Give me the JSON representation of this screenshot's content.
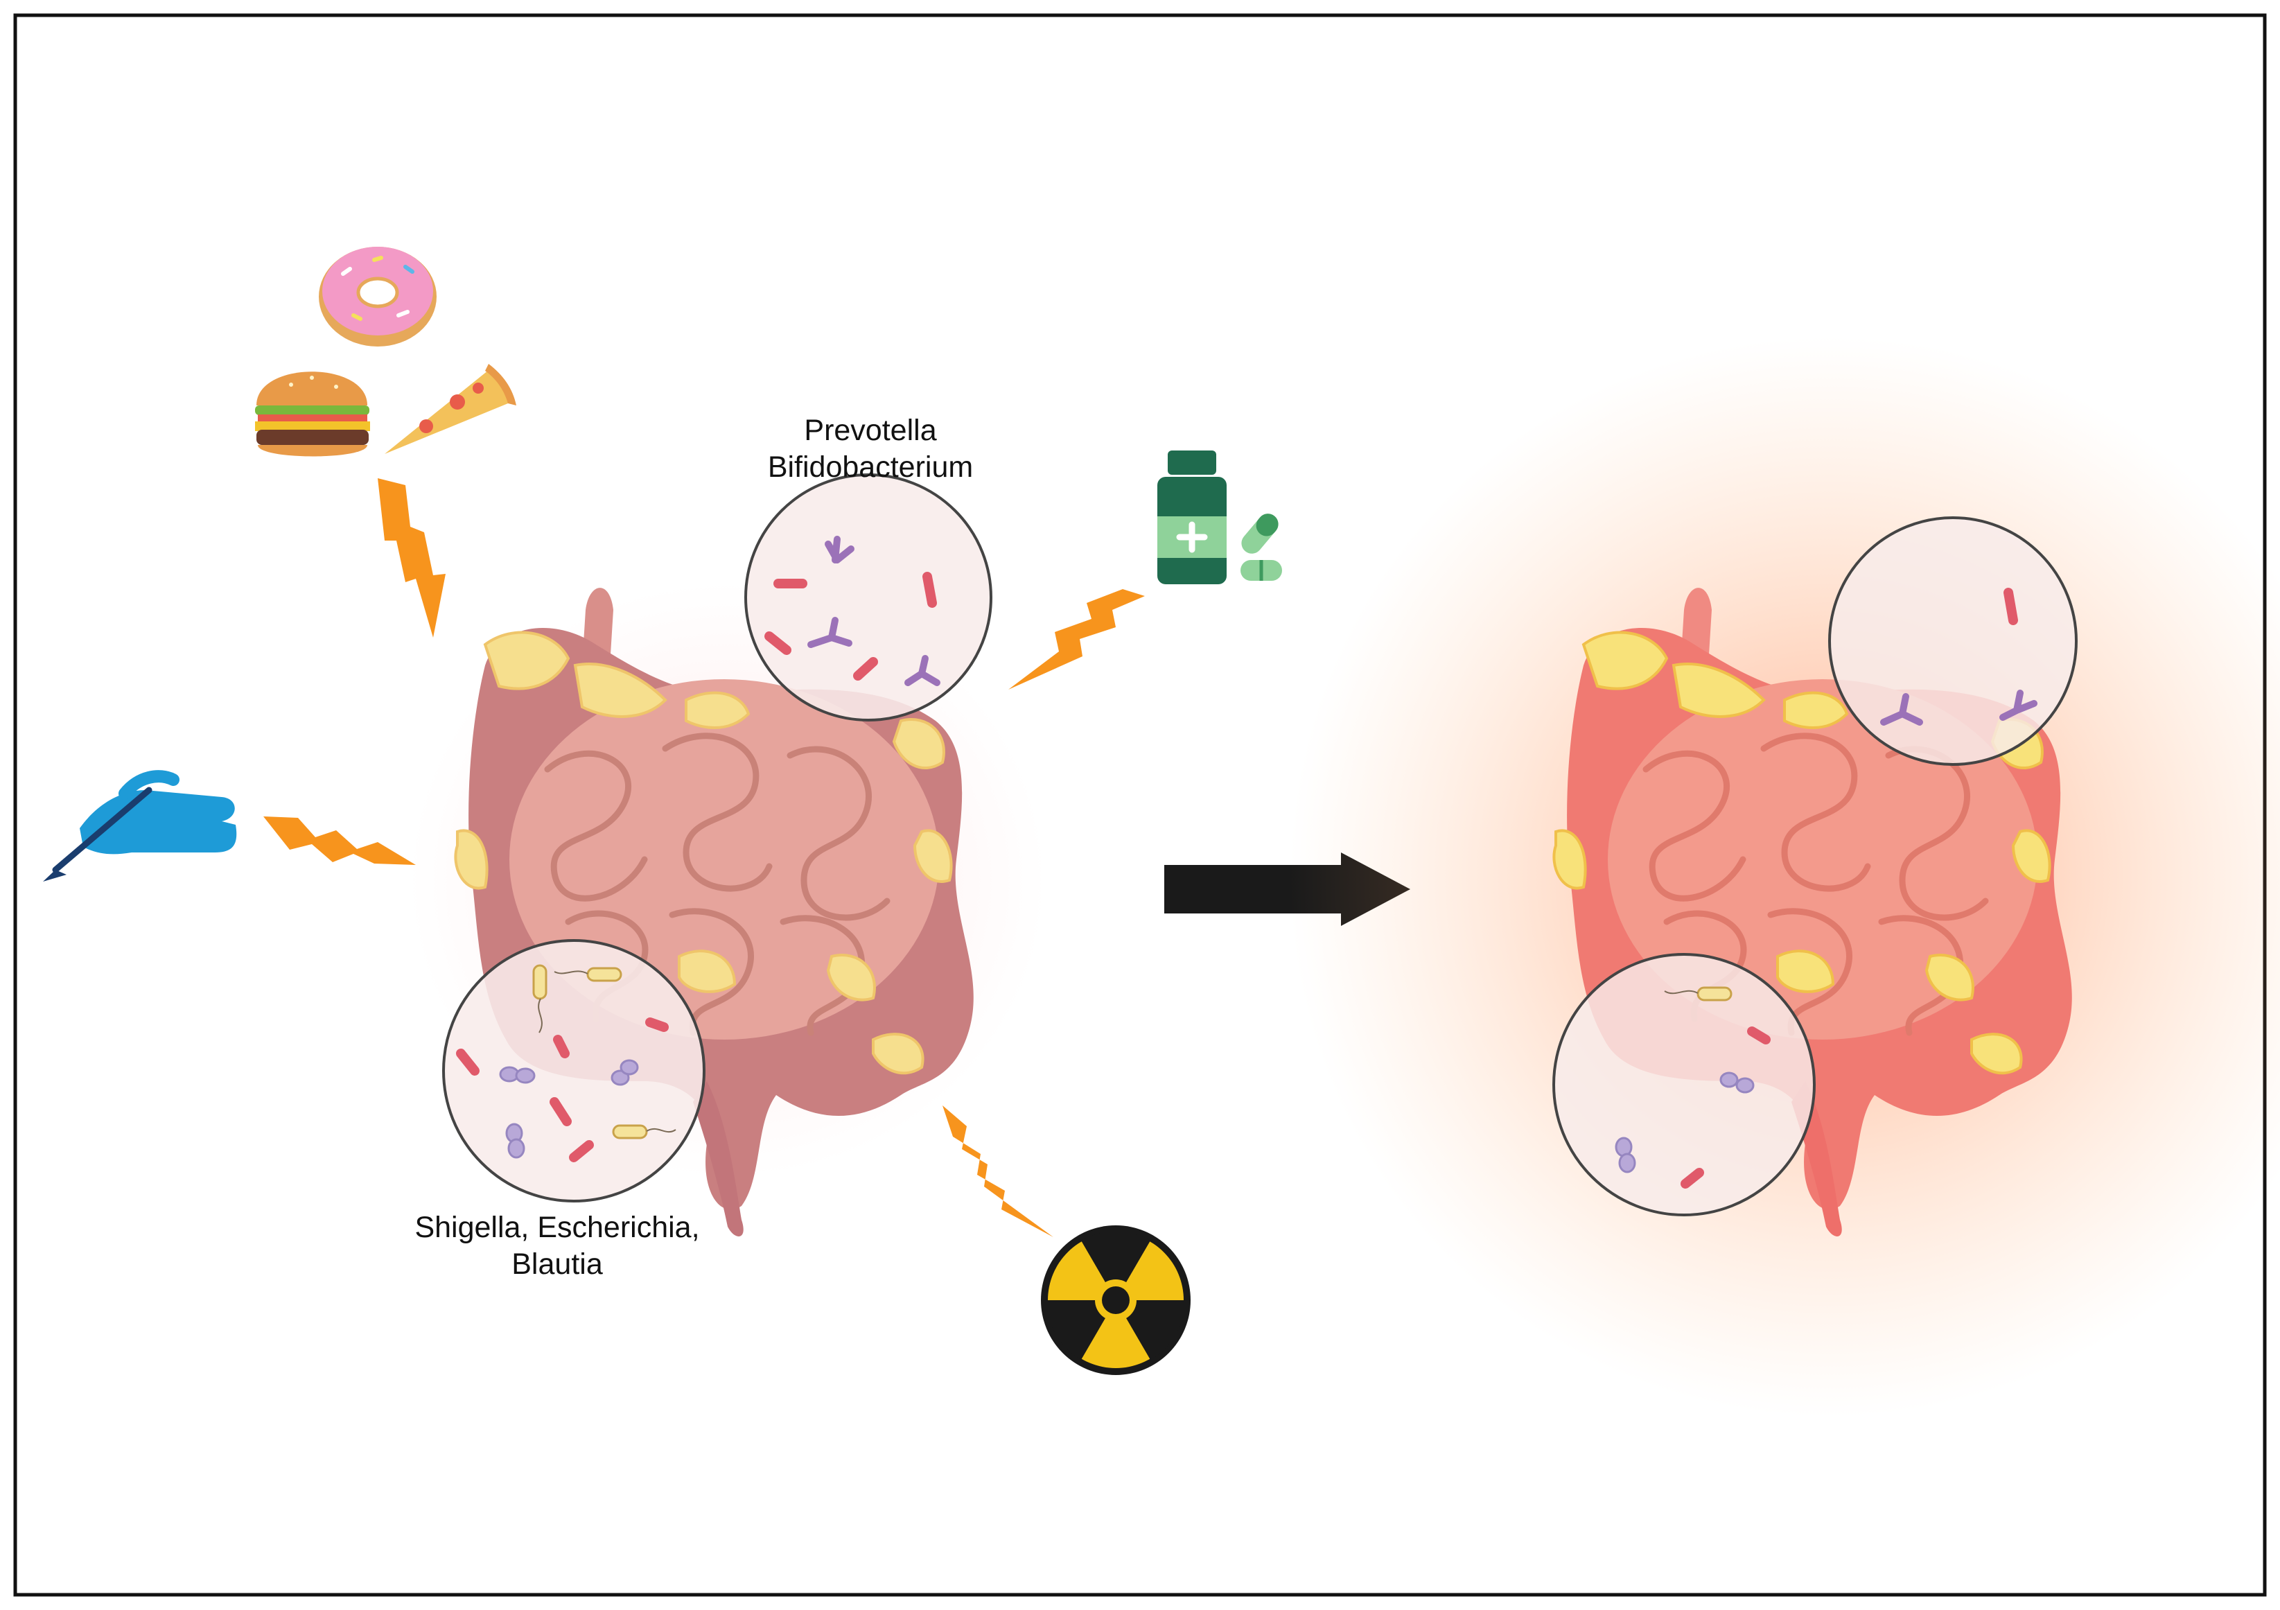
{
  "labels": {
    "top_line1": "Prevotella",
    "top_line2": "Bifidobacterium",
    "bottom_line1": "Shigella, Escherichia,",
    "bottom_line2": "Blautia"
  },
  "icons": {
    "donut": "donut-icon",
    "burger": "burger-icon",
    "pizza": "pizza-icon",
    "surgery": "scalpel-hand-icon",
    "medication": "medication-bottle-icon",
    "radiation": "radiation-icon",
    "lightning": "lightning-bolt-icon",
    "arrow": "right-arrow-icon"
  },
  "colors": {
    "bolt": "#f7941d",
    "intestine_healthy": "#d99a94",
    "intestine_inflamed": "#f07a72",
    "fat": "#f6df8e",
    "rod_bacteria": "#e05a6a",
    "y_bacteria": "#9b72b8",
    "cocci": "#b8a8d8",
    "bottle": "#1f6b4e",
    "glove": "#1e9bd7",
    "radiation": "#f3c316"
  }
}
